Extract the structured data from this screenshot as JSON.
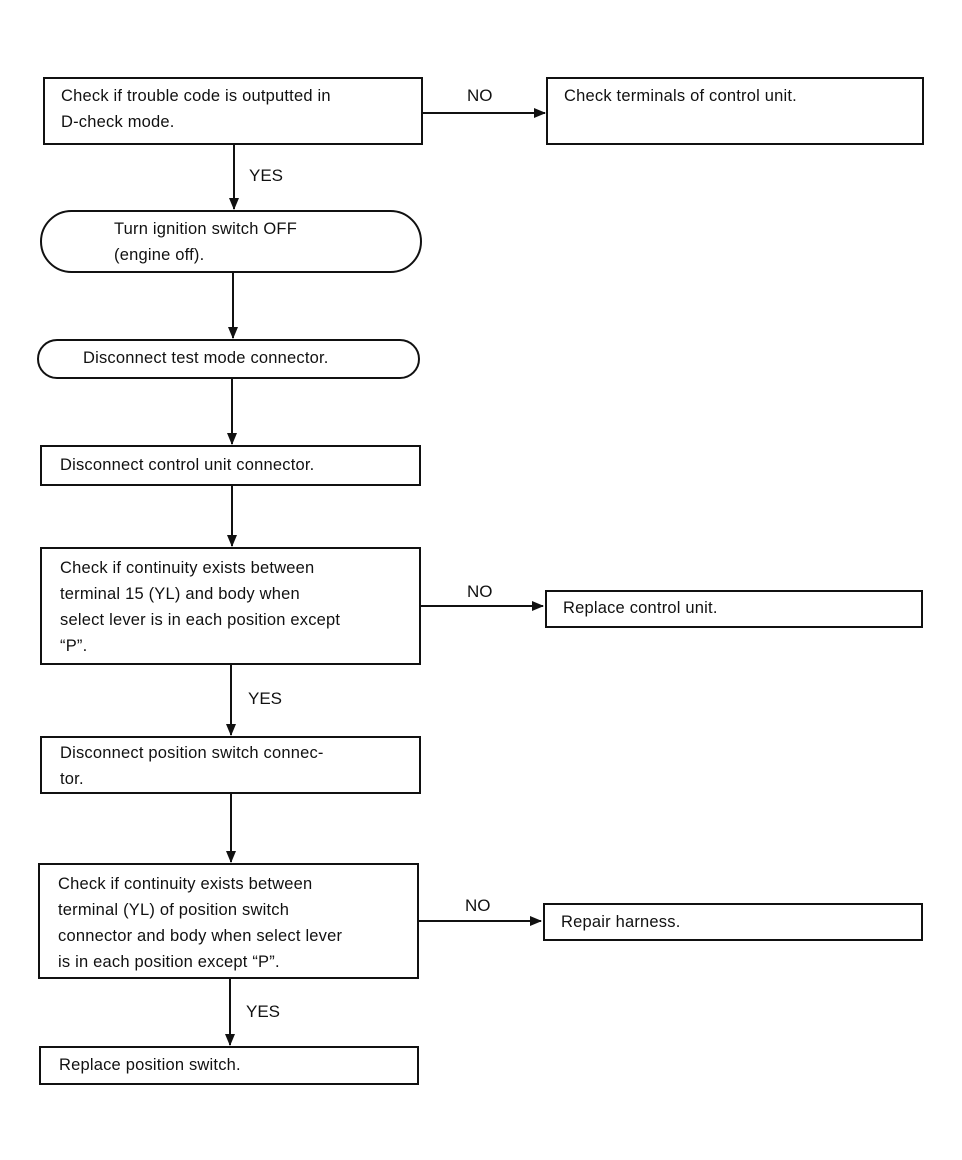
{
  "nodes": {
    "check_trouble_code": "Check if trouble code is outputted in\nD-check mode.",
    "check_terminals": "Check terminals of control unit.",
    "turn_ignition_off": "Turn ignition switch OFF\n(engine off).",
    "disconnect_test_mode": "Disconnect test mode connector.",
    "disconnect_control_unit": "Disconnect control unit connector.",
    "check_continuity_15": "Check if continuity exists between\nterminal 15 (YL) and body when\nselect lever is in each position except\n“P”.",
    "replace_control_unit": "Replace control unit.",
    "disconnect_position_switch": "Disconnect position switch connec-\ntor.",
    "check_continuity_yl": "Check if continuity exists between\nterminal (YL) of position switch\nconnector and body when select lever\nis in each position except “P”.",
    "repair_harness": "Repair harness.",
    "replace_position_switch": "Replace position switch."
  },
  "edge_labels": {
    "no_1": "NO",
    "yes_1": "YES",
    "no_2": "NO",
    "yes_2": "YES",
    "no_3": "NO",
    "yes_3": "YES"
  },
  "colors": {
    "line": "#111111",
    "background": "#ffffff"
  }
}
